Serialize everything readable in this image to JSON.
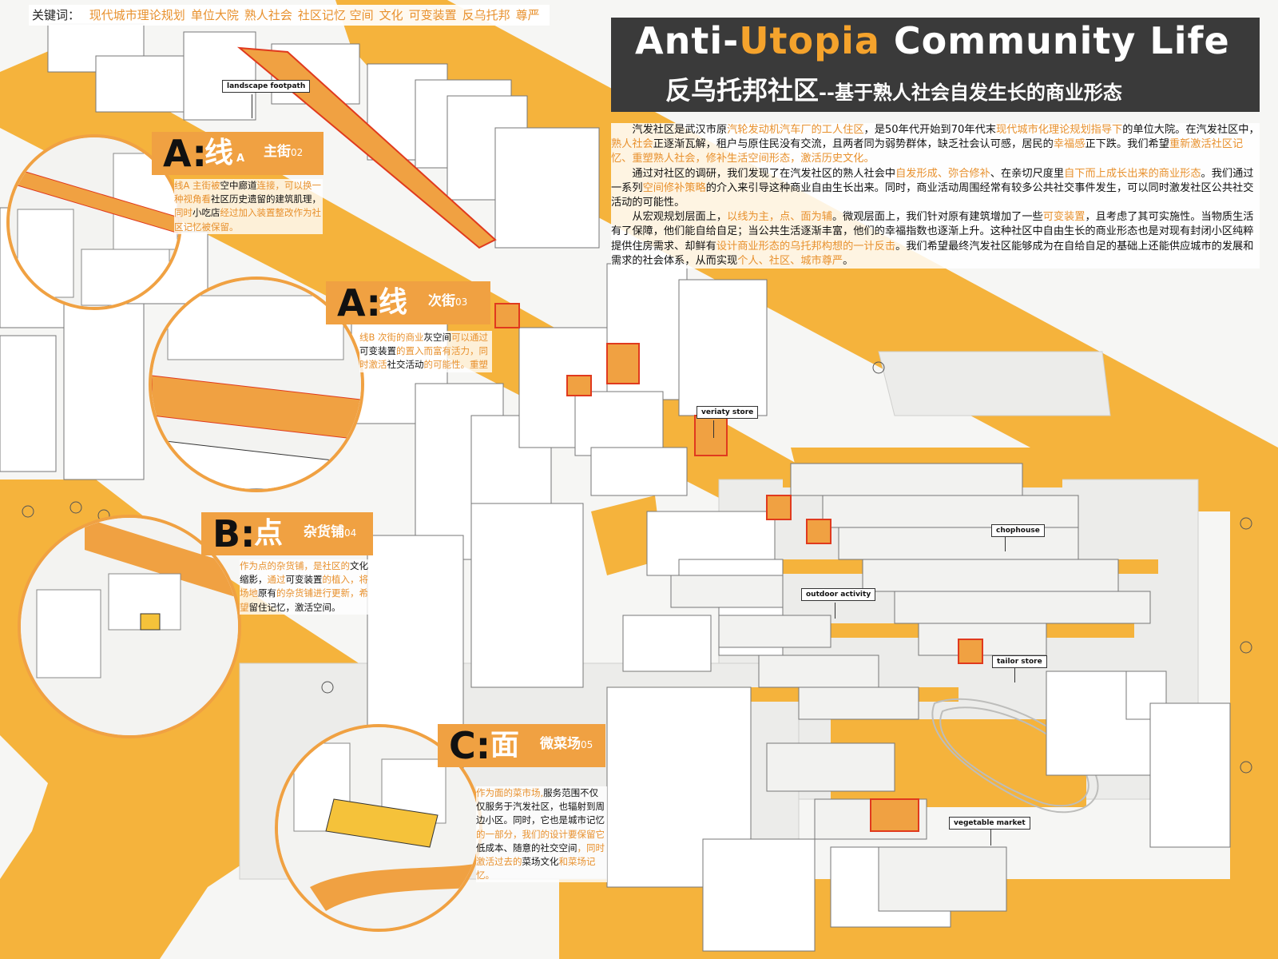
{
  "keywords": {
    "label": "关键词：",
    "items": [
      "现代城市理论规划",
      "单位大院",
      "熟人社会",
      "社区记忆 空间",
      "文化",
      "可变装置",
      "反乌托邦",
      "尊严"
    ]
  },
  "title": {
    "en_pre": "Anti-",
    "en_accent": "Utopia",
    "en_post": " Community Life",
    "cn_main": "反乌托邦社区",
    "cn_sub": "--基于熟人社会自发生长的商业形态"
  },
  "description": {
    "p1": [
      {
        "t": "汽发社区是武汉市原",
        "hl": false
      },
      {
        "t": "汽轮发动机汽车厂的工人住区",
        "hl": true
      },
      {
        "t": "，是50年代开始到70年代末",
        "hl": false
      },
      {
        "t": "现代城市化理论规划指导下",
        "hl": true
      },
      {
        "t": "的单位大院。在汽发社区中，",
        "hl": false
      },
      {
        "t": "熟人社会",
        "hl": true
      },
      {
        "t": "正逐渐瓦解，租户与原住民没有交流，且两者同为弱势群体，缺乏社会认可感，居民的",
        "hl": false
      },
      {
        "t": "幸福感",
        "hl": true
      },
      {
        "t": "正下跌。我们希望",
        "hl": false
      },
      {
        "t": "重新激活社区记忆、重塑熟人社会，修补生活空间形态，激活历史文化。",
        "hl": true
      }
    ],
    "p2": [
      {
        "t": "通过对社区的调研，我们发现了在汽发社区的熟人社会中",
        "hl": false
      },
      {
        "t": "自发形成、弥合修补",
        "hl": true
      },
      {
        "t": "、在亲切尺度里",
        "hl": false
      },
      {
        "t": "自下而上成长出来的商业形态",
        "hl": true
      },
      {
        "t": "。我们通过一系列",
        "hl": false
      },
      {
        "t": "空间修补策略",
        "hl": true
      },
      {
        "t": "的介入来引导这种商业自由生长出来。同时，商业活动周围经常有较多公共社交事件发生，可以同时激发社区公共社交活动的可能性。",
        "hl": false
      }
    ],
    "p3": [
      {
        "t": "从宏观规划层面上，",
        "hl": false
      },
      {
        "t": "以线为主，点、面为辅",
        "hl": true
      },
      {
        "t": "。微观层面上，我们针对原有建筑增加了一些",
        "hl": false
      },
      {
        "t": "可变装置",
        "hl": true
      },
      {
        "t": "，且考虑了其可实施性。当物质生活有了保障，他们能自给自足；当公共生活逐渐丰富，他们的幸福指数也逐渐上升。这种社区中自由生长的商业形态也是对现有封闭小区纯粹提供住房需求、却鲜有",
        "hl": false
      },
      {
        "t": "设计商业形态的乌托邦构想的一计反击",
        "hl": true
      },
      {
        "t": "。我们希望最终汽发社区能够成为在自给自足的基础上还能供应城市的发展和需求的社会体系，从而实现",
        "hl": false
      },
      {
        "t": "个人、社区、城市尊严",
        "hl": true
      },
      {
        "t": "。",
        "hl": false
      }
    ]
  },
  "sections": {
    "a1": {
      "letter": "A:",
      "cn": "线",
      "sub": "A",
      "name": "主街",
      "num": "02",
      "body": [
        {
          "t": "线A 主街被",
          "hl": true
        },
        {
          "t": "空中廊道",
          "hl": false
        },
        {
          "t": "连接，可以换一种视角看",
          "hl": true
        },
        {
          "t": "社区历史遗留的建筑肌理，",
          "hl": false
        },
        {
          "t": "同时",
          "hl": true
        },
        {
          "t": "小吃店",
          "hl": false
        },
        {
          "t": "经过加入装置整改作为社区记忆被保留。",
          "hl": true
        }
      ]
    },
    "a2": {
      "letter": "A:",
      "cn": "线",
      "name": "次街",
      "num": "03",
      "body": [
        {
          "t": "线B 次街的商业",
          "hl": true
        },
        {
          "t": "灰空间",
          "hl": false
        },
        {
          "t": "可以通过",
          "hl": true
        },
        {
          "t": "可变装置",
          "hl": false
        },
        {
          "t": "的置入而富有活力，同时激活",
          "hl": true
        },
        {
          "t": "社交活动",
          "hl": false
        },
        {
          "t": "的可能性。重塑",
          "hl": true
        }
      ]
    },
    "b": {
      "letter": "B:",
      "cn": "点",
      "name": "杂货铺",
      "num": "04",
      "body": [
        {
          "t": "作为点的杂货铺，是社区的",
          "hl": true
        },
        {
          "t": "文化缩影，",
          "hl": false
        },
        {
          "t": "通过",
          "hl": true
        },
        {
          "t": "可变装置",
          "hl": false
        },
        {
          "t": "的植入，将场地",
          "hl": true
        },
        {
          "t": "原有",
          "hl": false
        },
        {
          "t": "的杂货铺进行更新，希望",
          "hl": true
        },
        {
          "t": "留住记忆，激活空间。",
          "hl": false
        }
      ]
    },
    "c": {
      "letter": "C:",
      "cn": "面",
      "name": "微菜场",
      "num": "05",
      "body": [
        {
          "t": "作为面的菜市场,",
          "hl": true
        },
        {
          "t": "服务范围不仅仅服务于汽发社区，也辐射到周边小区。同时，它也是",
          "hl": false
        },
        {
          "t": "城市记忆",
          "hl": false
        },
        {
          "t": "的一部分，我们的设计要保留它",
          "hl": true
        },
        {
          "t": "低成本、随意的社交空间",
          "hl": false
        },
        {
          "t": "，同时激活过去的",
          "hl": true
        },
        {
          "t": "菜场文化",
          "hl": false
        },
        {
          "t": "和菜场记忆。",
          "hl": true
        }
      ]
    }
  },
  "map_labels": {
    "landscape_footpath": "landscape footpath",
    "veriaty_store": "veriaty store",
    "chophouse": "chophouse",
    "outdoor_activity": "outdoor activity",
    "tailor_store": "tailor store",
    "vegetable_market": "vegetable market"
  },
  "colors": {
    "accent": "#f0a142",
    "highlight_text": "#e8912e",
    "road": "#f5b33c",
    "building": "#fafafa",
    "title_bg": "#3a3a3a"
  }
}
